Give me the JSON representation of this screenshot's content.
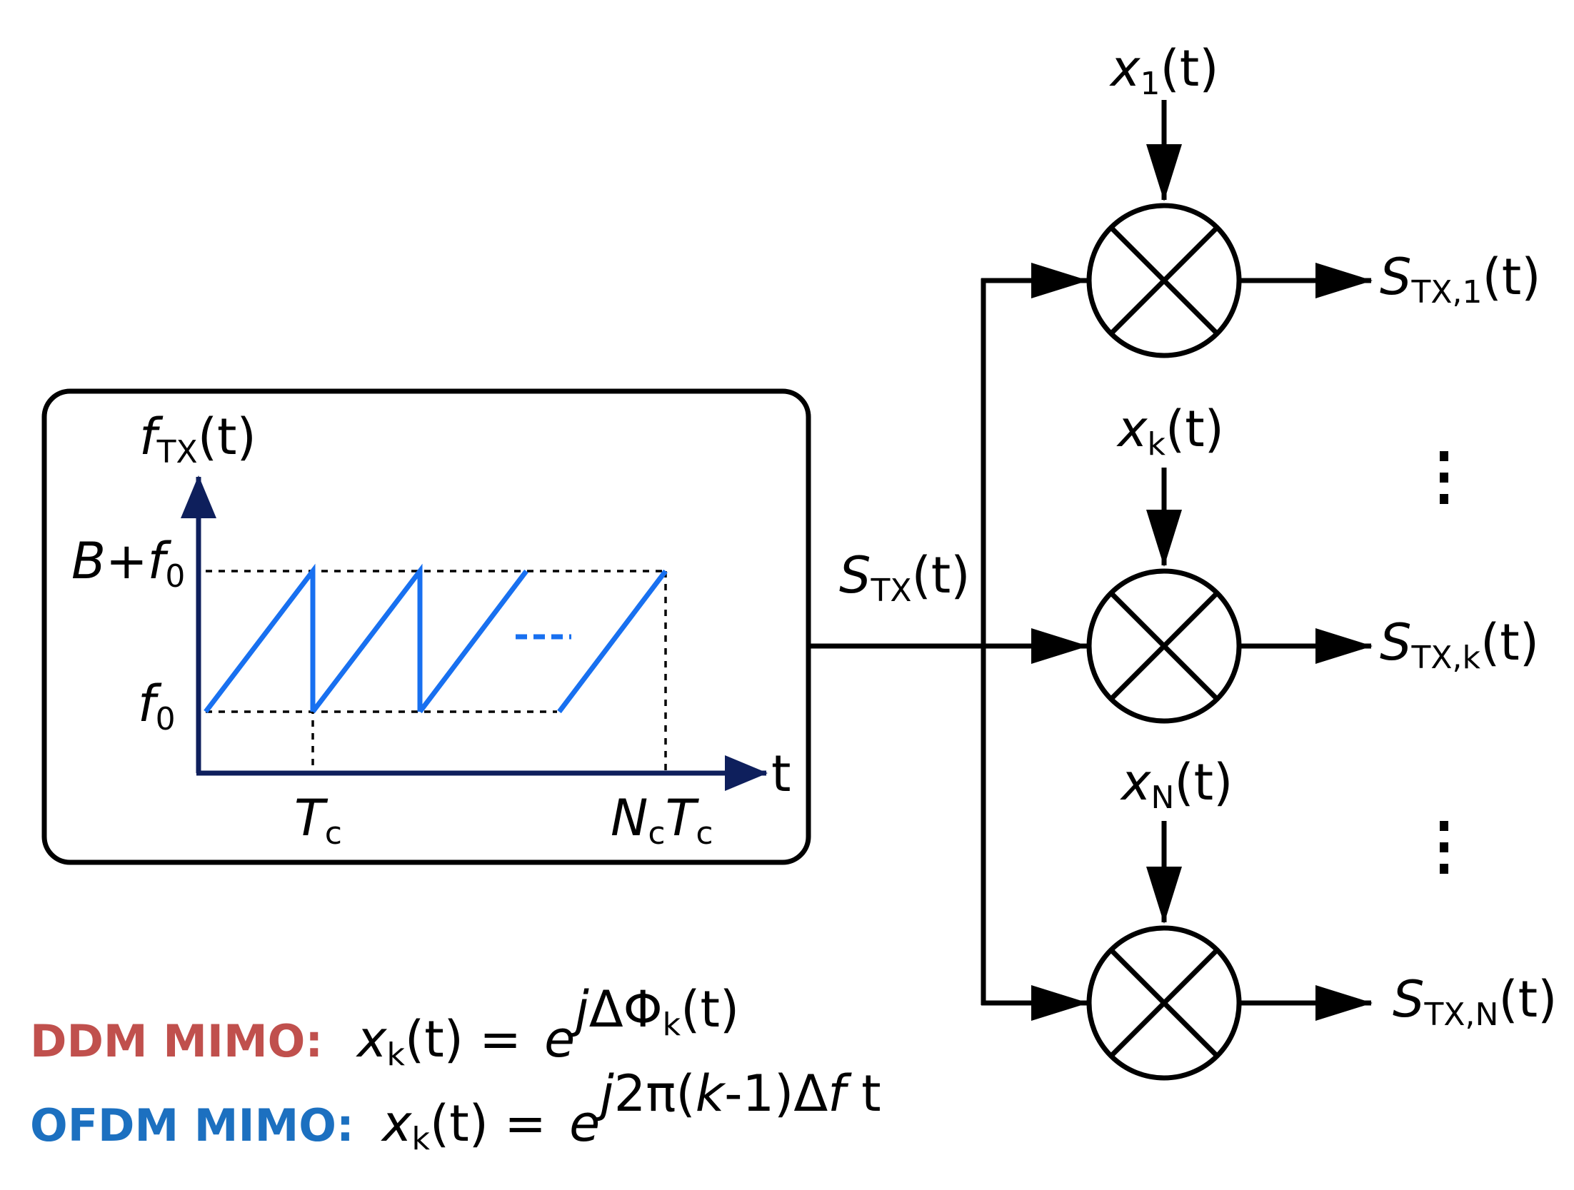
{
  "colors": {
    "axis": "#0e1f5c",
    "chirp": "#1870f0",
    "ddm_label": "#c0504d",
    "ofdm_label": "#1c70c0",
    "line": "#000000"
  },
  "chirp_plot": {
    "y_axis_label": {
      "main": "f",
      "sub": "TX",
      "tail": "(t)"
    },
    "x_axis_label": "t",
    "level_high": {
      "main": "B+f",
      "sub": "0"
    },
    "level_low": {
      "main": "f",
      "sub": "0"
    },
    "tick_tc": {
      "main": "T",
      "sub": "c"
    },
    "tick_nctc": {
      "n_main": "N",
      "n_sub": "c",
      "t_main": "T",
      "t_sub": "c"
    },
    "chirp_count_shown": 4,
    "ellipsis": "---"
  },
  "signal_stx": {
    "main": "S",
    "sub": "TX",
    "tail": "(t)"
  },
  "mixers": [
    {
      "input": {
        "main": "x",
        "sub": "1",
        "tail": "(t)"
      },
      "output": {
        "main": "S",
        "sub": "TX,1",
        "tail": "(t)"
      }
    },
    {
      "input": {
        "main": "x",
        "sub": "k",
        "tail": "(t)"
      },
      "output": {
        "main": "S",
        "sub": "TX,k",
        "tail": "(t)"
      }
    },
    {
      "input": {
        "main": "x",
        "sub": "N",
        "tail": "(t)"
      },
      "output": {
        "main": "S",
        "sub": "TX,N",
        "tail": "(t)"
      }
    }
  ],
  "vertical_ellipsis": "⋮",
  "formulas": {
    "ddm": {
      "label": "DDM MIMO:",
      "lhs_main": "x",
      "lhs_sub": "k",
      "lhs_tail": "(t) =",
      "base": "e",
      "exp_j": "j",
      "exp_body": "ΔΦ",
      "exp_sub": "k",
      "exp_tail": "(t)"
    },
    "ofdm": {
      "label": "OFDM MIMO:",
      "lhs_main": "x",
      "lhs_sub": "k",
      "lhs_tail": "(t) =",
      "base": "e",
      "exp_j": "j",
      "exp_a": "2π(",
      "exp_k": "k",
      "exp_b": "-1)Δ",
      "exp_f": "f",
      "exp_t": " t"
    }
  }
}
